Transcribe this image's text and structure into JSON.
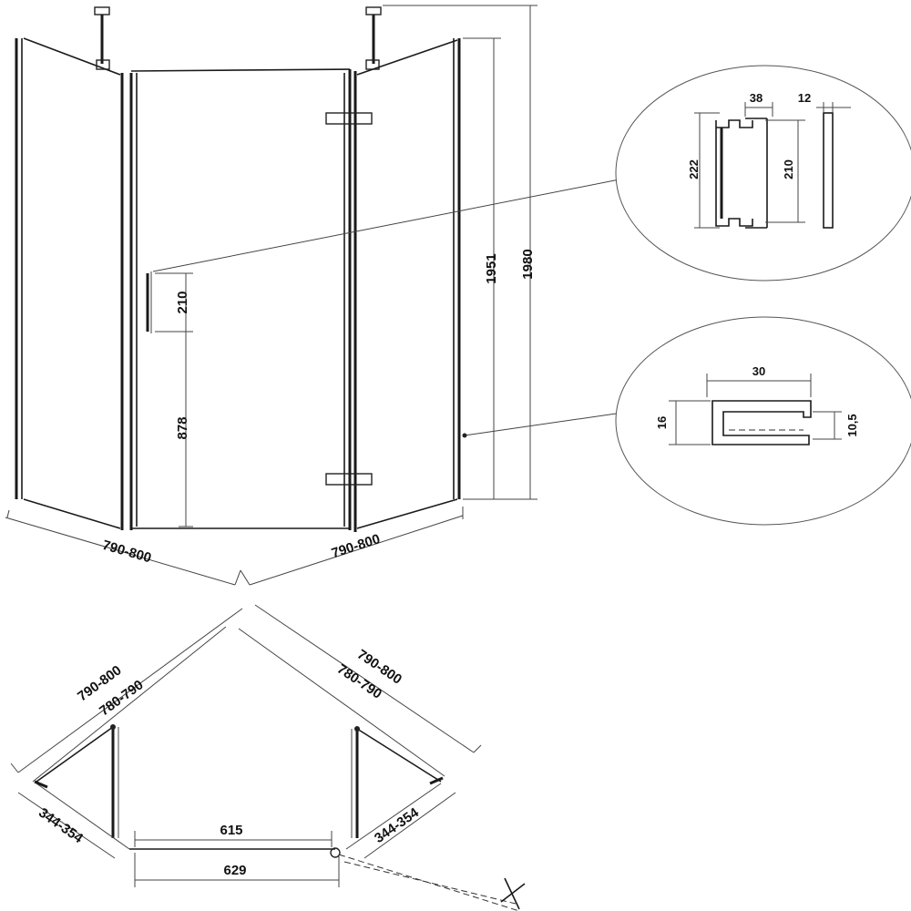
{
  "elevation": {
    "width_left": "790-800",
    "width_right": "790-800",
    "height_inner": "1951",
    "height_total": "1980",
    "handle_length": "210",
    "handle_height": "878"
  },
  "handle_detail": {
    "depth": "38",
    "thickness": "12",
    "total_length": "222",
    "grip_length": "210"
  },
  "profile_detail": {
    "width": "30",
    "height_outer": "16",
    "height_inner": "10,5"
  },
  "plan": {
    "outer_left": "790-800",
    "inner_left": "780-790",
    "outer_right": "790-800",
    "inner_right": "780-790",
    "side_left": "344-354",
    "side_right": "344-354",
    "door_inner": "615",
    "door_outer": "629"
  }
}
